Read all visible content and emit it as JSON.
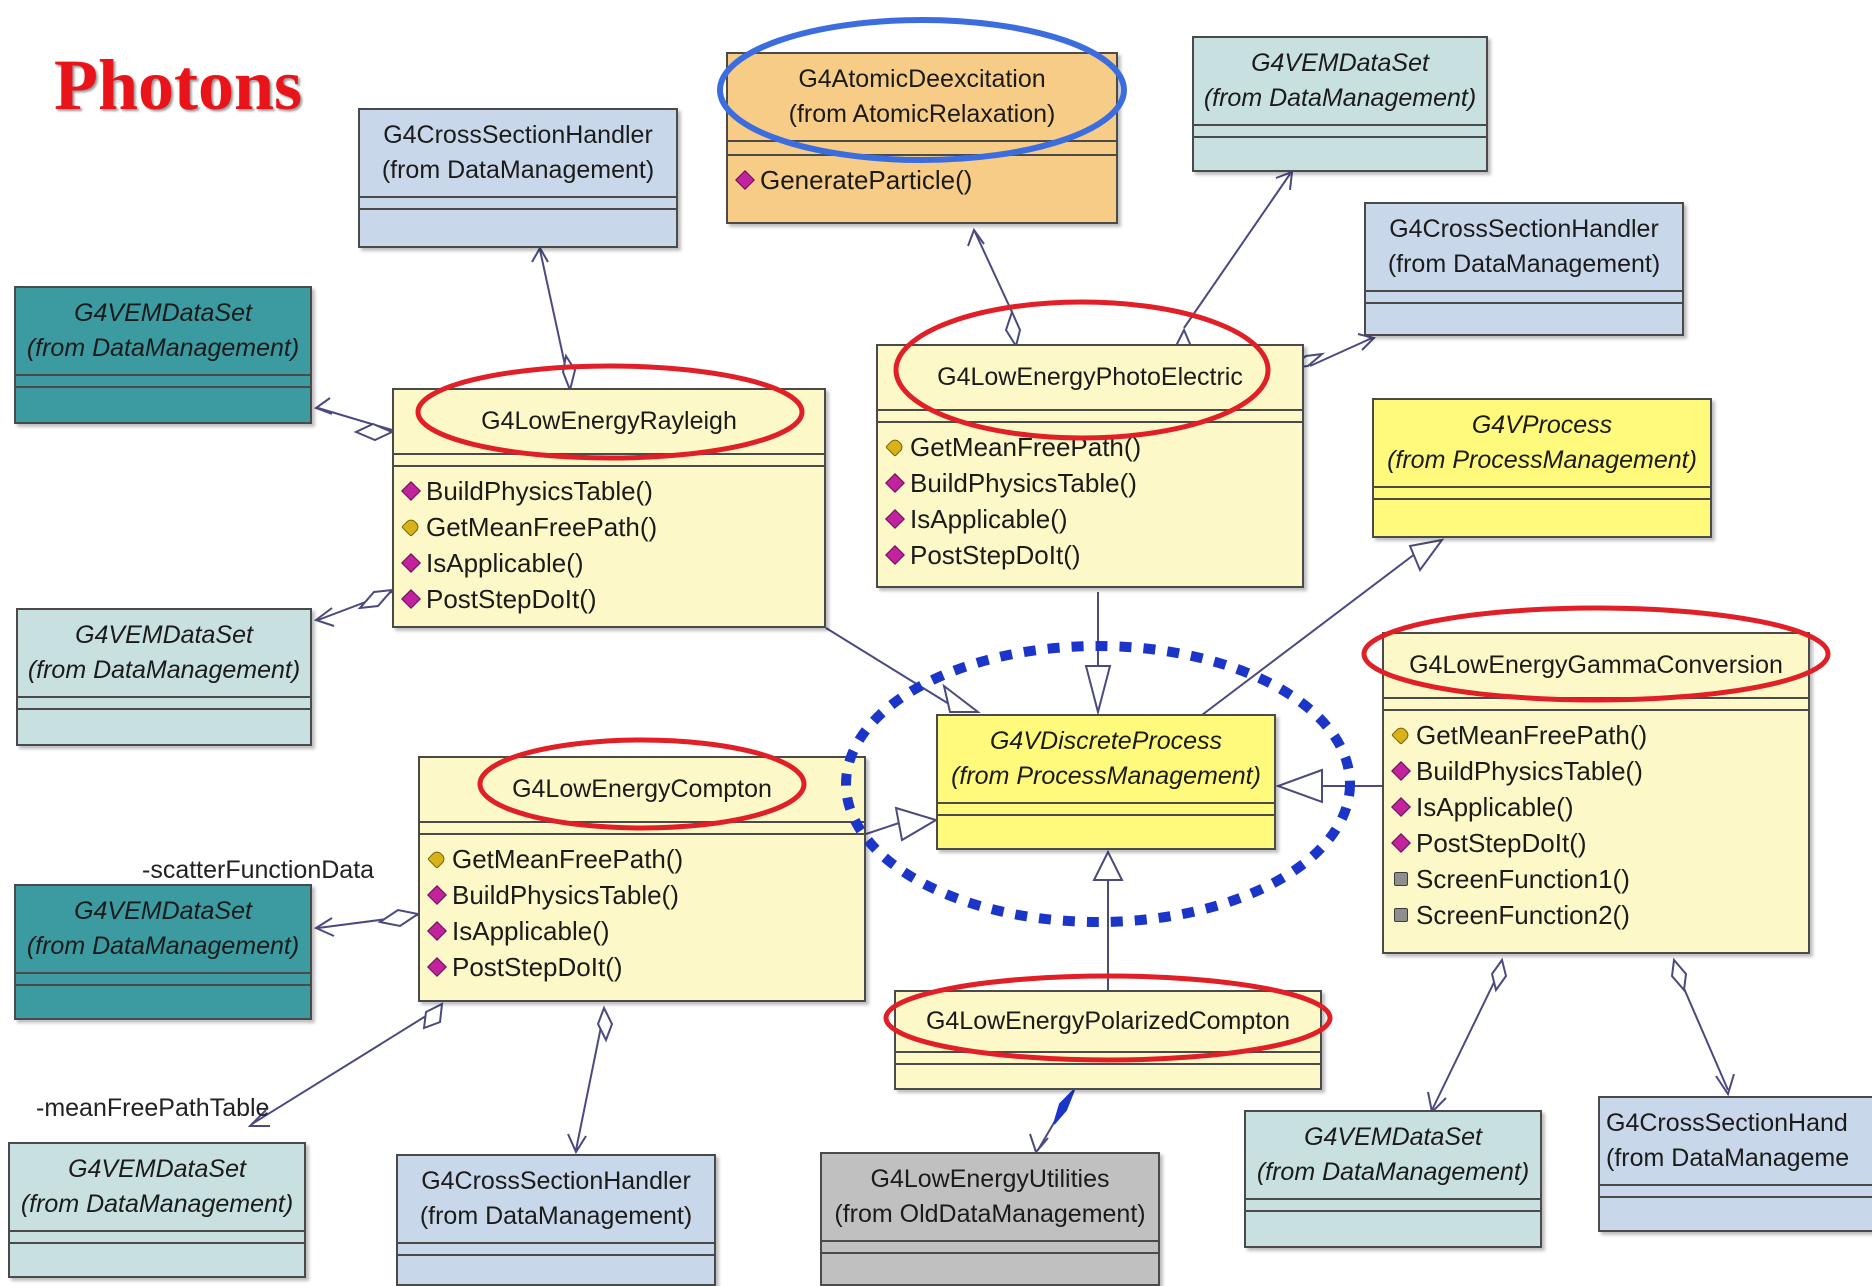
{
  "title": "Photons",
  "classes": {
    "xs_top": {
      "name": "G4CrossSectionHandler",
      "pkg": "(from DataManagement)"
    },
    "atomic": {
      "name": "G4AtomicDeexcitation",
      "pkg": "(from AtomicRelaxation)",
      "ops": [
        "GenerateParticle()"
      ]
    },
    "ds_top": {
      "name": "G4VEMDataSet",
      "pkg": "(from DataManagement)"
    },
    "xs_right": {
      "name": "G4CrossSectionHandler",
      "pkg": "(from DataManagement)"
    },
    "ds_left1": {
      "name": "G4VEMDataSet",
      "pkg": "(from DataManagement)"
    },
    "rayleigh": {
      "name": "G4LowEnergyRayleigh",
      "ops": [
        "BuildPhysicsTable()",
        "GetMeanFreePath()",
        "IsApplicable()",
        "PostStepDoIt()"
      ]
    },
    "photo": {
      "name": "G4LowEnergyPhotoElectric",
      "ops": [
        "GetMeanFreePath()",
        "BuildPhysicsTable()",
        "IsApplicable()",
        "PostStepDoIt()"
      ]
    },
    "vprocess": {
      "name": "G4VProcess",
      "pkg": "(from ProcessManagement)"
    },
    "ds_left2": {
      "name": "G4VEMDataSet",
      "pkg": "(from DataManagement)"
    },
    "discrete": {
      "name": "G4VDiscreteProcess",
      "pkg": "(from ProcessManagement)"
    },
    "gamma": {
      "name": "G4LowEnergyGammaConversion",
      "ops": [
        "GetMeanFreePath()",
        "BuildPhysicsTable()",
        "IsApplicable()",
        "PostStepDoIt()",
        "ScreenFunction1()",
        "ScreenFunction2()"
      ]
    },
    "compton": {
      "name": "G4LowEnergyCompton",
      "ops": [
        "GetMeanFreePath()",
        "BuildPhysicsTable()",
        "IsApplicable()",
        "PostStepDoIt()"
      ]
    },
    "ds_left3": {
      "name": "G4VEMDataSet",
      "pkg": "(from DataManagement)"
    },
    "polarized": {
      "name": "G4LowEnergyPolarizedCompton"
    },
    "ds_bottom_left": {
      "name": "G4VEMDataSet",
      "pkg": "(from DataManagement)"
    },
    "xs_bottom": {
      "name": "G4CrossSectionHandler",
      "pkg": "(from DataManagement)"
    },
    "utilities": {
      "name": "G4LowEnergyUtilities",
      "pkg": "(from OldDataManagement)"
    },
    "ds_bottom_right": {
      "name": "G4VEMDataSet",
      "pkg": "(from DataManagement)"
    },
    "xs_bottom_right": {
      "name": "G4CrossSectionHand",
      "pkg": "(from DataManageme"
    }
  },
  "labels": {
    "scatter": "-scatterFunctionData",
    "meanfree": "-meanFreePathTable"
  },
  "colors": {
    "highlight_red": "#e01f26",
    "highlight_blue": "#3c6ddf",
    "dotted_blue": "#1a35c8",
    "title_red": "#e8141a"
  }
}
